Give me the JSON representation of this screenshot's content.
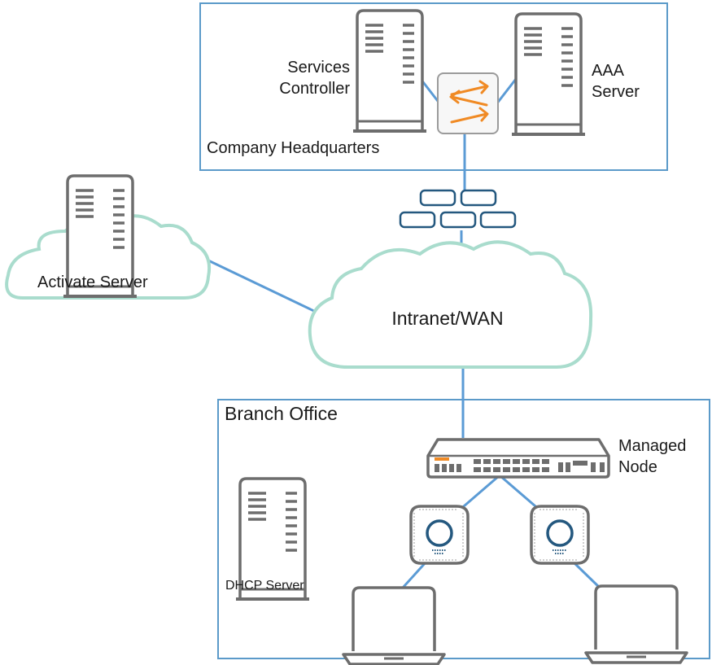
{
  "labels": {
    "hq_title": "Company Headquarters",
    "services_controller_line1": "Services",
    "services_controller_line2": "Controller",
    "aaa_server_line1": "AAA",
    "aaa_server_line2": "Server",
    "activate_server": "Activate Server",
    "intranet_wan": "Intranet/WAN",
    "branch_title": "Branch Office",
    "managed_node_line1": "Managed",
    "managed_node_line2": "Node",
    "dhcp_server": "DHCP Server"
  },
  "colors": {
    "frame_border": "#5b9ac9",
    "link_line": "#5b9bd5",
    "cloud_outline": "#a9dccd",
    "device_gray": "#6d6d6d",
    "firewall_brick": "#24587f",
    "switch_arrows": "#f08a24",
    "ap_ring": "#24587f"
  },
  "icons": {
    "router": "router-switch-icon",
    "firewall": "firewall-icon",
    "server": "server-tower-icon",
    "cloud": "cloud-icon",
    "switch": "network-switch-icon",
    "access_point": "wireless-access-point-icon",
    "laptop": "laptop-icon"
  }
}
